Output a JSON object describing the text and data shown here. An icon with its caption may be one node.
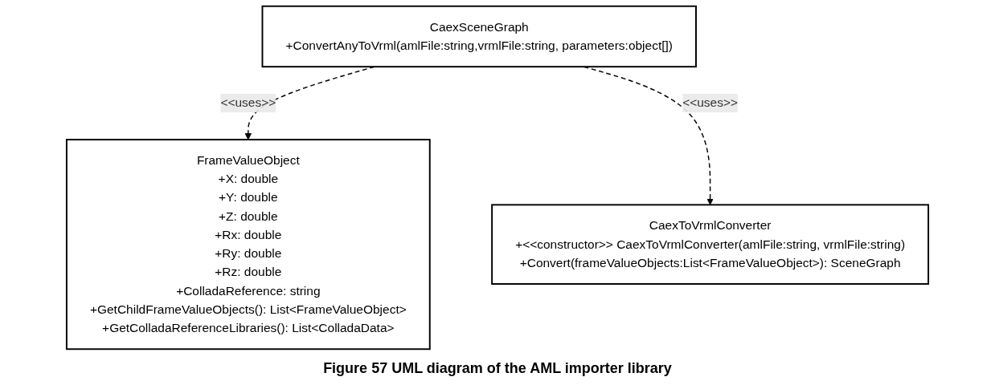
{
  "diagram": {
    "caption": "Figure 57 UML diagram of the AML importer library",
    "nodes": [
      {
        "text": [
          "CaexSceneGraph",
          "+ConvertAnyToVrml(amlFile:string,vrmlFile:string, parameters:object[])"
        ]
      },
      {
        "text": [
          "FrameValueObject",
          "+X: double",
          "+Y: double",
          "+Z: double",
          "+Rx: double",
          "+Ry: double",
          "+Rz: double",
          "+ColladaReference: string",
          "+GetChildFrameValueObjects(): List<FrameValueObject>",
          "+GetColladaReferenceLibraries(): List<ColladaData>"
        ]
      },
      {
        "text": [
          "CaexToVrmlConverter",
          "+<<constructor>> CaexToVrmlConverter(amlFile:string, vrmlFile:string)",
          "+Convert(frameValueObjects:List<FrameValueObject>): SceneGraph"
        ]
      }
    ],
    "edges": [
      {
        "from": 0,
        "to": 1,
        "arrow": "to",
        "label": "<<uses>>",
        "style": "dashed"
      },
      {
        "from": 0,
        "to": 2,
        "arrow": "to",
        "label": "<<uses>>",
        "style": "dashed"
      }
    ]
  }
}
